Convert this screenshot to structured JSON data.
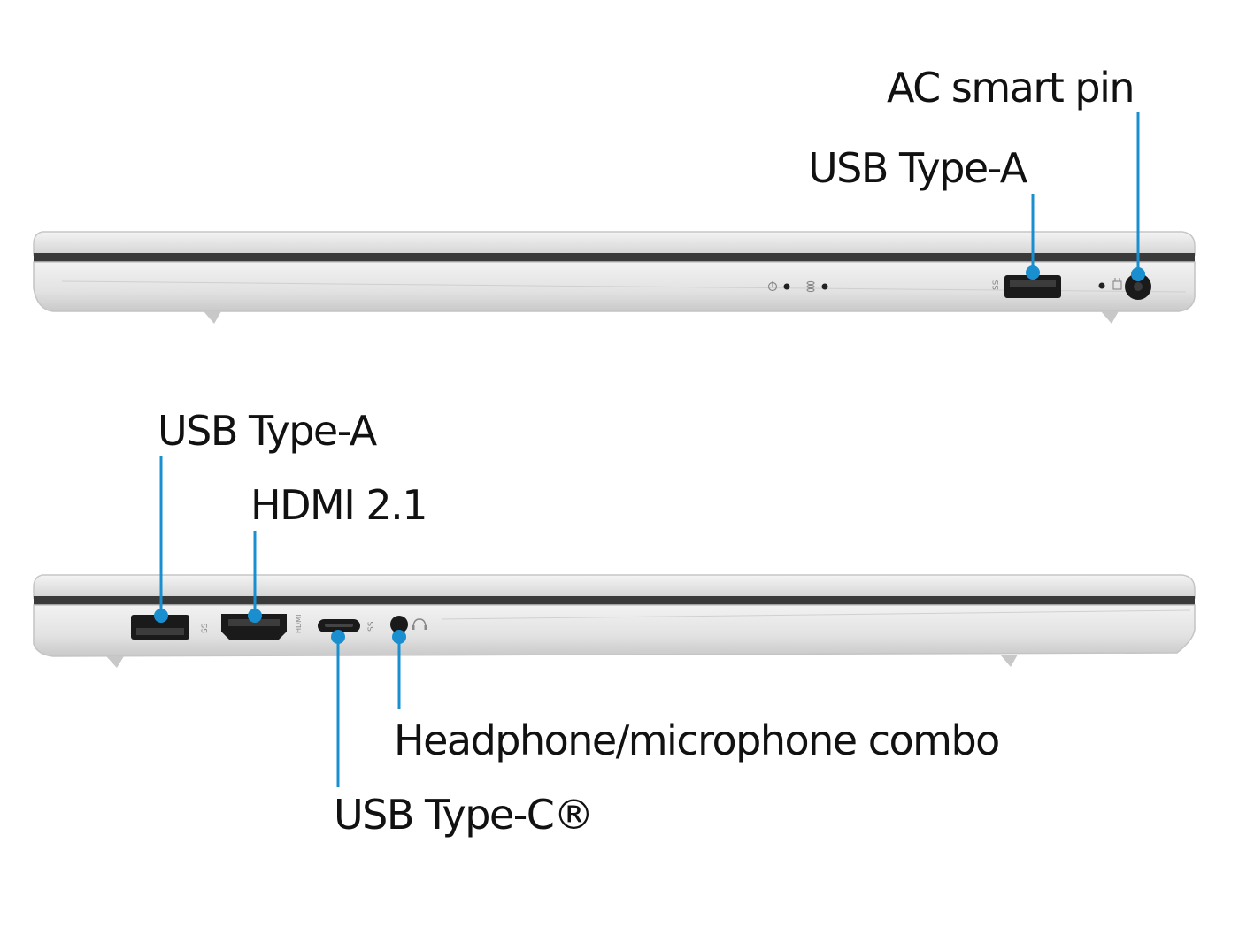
{
  "labels": {
    "ac_smart_pin": "AC smart pin",
    "usb_a_right": "USB Type-A",
    "usb_a_left": "USB Type-A",
    "hdmi": "HDMI 2.1",
    "headphone_combo": "Headphone/microphone combo",
    "usb_c": "USB Type-C®"
  },
  "port_markings": {
    "ss_logo": "SS",
    "hdmi_logo": "HDMI"
  },
  "colors": {
    "callout": "#1a8fd0",
    "chassis": "#e4e4e4",
    "chassis_edge": "#c8c8c8",
    "hinge_band": "#3a3a3a",
    "port_black": "#1a1a1a"
  }
}
